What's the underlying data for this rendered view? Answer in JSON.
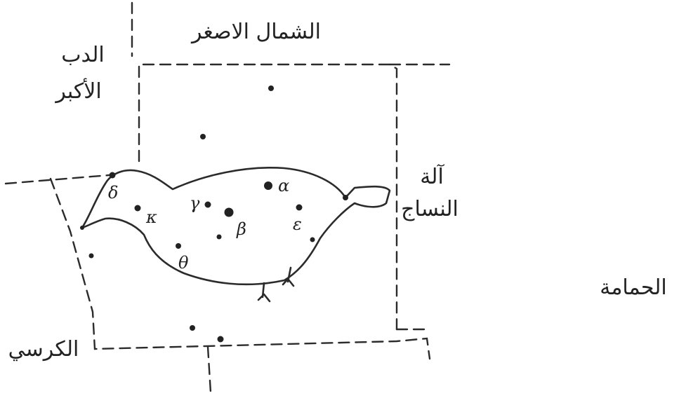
{
  "labels": {
    "ursa_major": [
      "الدب",
      "الأكبر"
    ],
    "lesser_north": "الشمال الاصغر",
    "weaving_tool": [
      "آلة",
      "النساج"
    ],
    "dove": "الحمامة",
    "kids": "الكرسي"
  },
  "star_letters": {
    "alpha": "α",
    "beta": "β",
    "gamma": "γ",
    "delta": "δ",
    "epsilon": "ε",
    "theta": "θ",
    "kappa": "κ"
  },
  "ink_color": "#2b2b2b"
}
